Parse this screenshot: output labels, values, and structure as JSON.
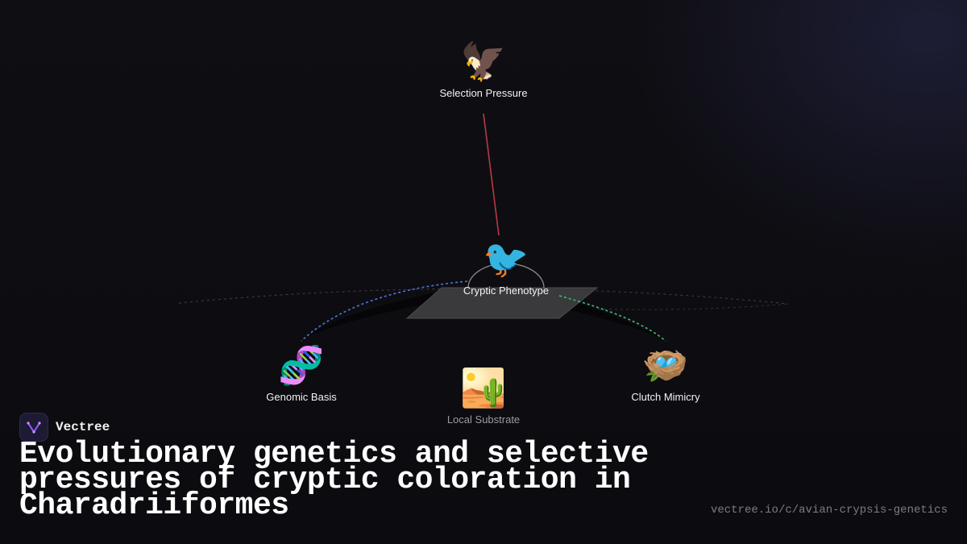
{
  "brand": {
    "name": "Vectree",
    "logo_icon": "vectree-logo-icon"
  },
  "title": "Evolutionary genetics and selective pressures of cryptic coloration in Charadriiformes",
  "url": "vectree.io/c/avian-crypsis-genetics",
  "nodes": {
    "selection": {
      "label": "Selection Pressure",
      "icon": "🦅",
      "icon_name": "eagle-icon"
    },
    "cryptic": {
      "label": "Cryptic Phenotype",
      "icon": "🐦",
      "icon_name": "bird-icon"
    },
    "genomic": {
      "label": "Genomic Basis",
      "icon": "🧬",
      "icon_name": "dna-icon"
    },
    "substrate": {
      "label": "Local Substrate",
      "icon": "🏜️",
      "icon_name": "desert-icon"
    },
    "clutch": {
      "label": "Clutch Mimicry",
      "icon": "🪺",
      "icon_name": "nest-with-eggs-icon"
    }
  },
  "edges": [
    {
      "from": "selection",
      "to": "cryptic",
      "style": "solid",
      "color": "#b83a44"
    },
    {
      "from": "cryptic",
      "to": "genomic",
      "style": "dashed",
      "color": "#4a78d8"
    },
    {
      "from": "cryptic",
      "to": "clutch",
      "style": "dashed",
      "color": "#3fbf6a"
    }
  ],
  "colors": {
    "background": "#0f0e13",
    "edge_selection": "#b83a44",
    "edge_genomic": "#4a78d8",
    "edge_clutch": "#3fbf6a",
    "platform": "#3a3a3c"
  }
}
